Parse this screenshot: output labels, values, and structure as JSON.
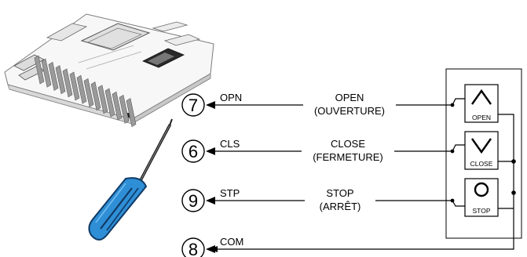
{
  "terminals": [
    {
      "number": "7",
      "code": "OPN"
    },
    {
      "number": "6",
      "code": "CLS"
    },
    {
      "number": "9",
      "code": "STP"
    },
    {
      "number": "8",
      "code": "COM"
    }
  ],
  "signals": {
    "open": {
      "line1": "OPEN",
      "line2": "(OUVERTURE)"
    },
    "close": {
      "line1": "CLOSE",
      "line2": "(FERMETURE)"
    },
    "stop": {
      "line1": "STOP",
      "line2": "(ARRÊT)"
    }
  },
  "panel": {
    "open_label": "OPEN",
    "close_label": "CLOSE",
    "stop_label": "STOP"
  },
  "icons": {
    "board": "control-board-icon",
    "screwdriver": "screwdriver-icon",
    "up": "chevron-up-icon",
    "down": "chevron-down-icon",
    "stop": "circle-stop-icon"
  },
  "colors": {
    "line": "#000000",
    "screwdriver_blue": "#2f8fd6",
    "screwdriver_dark": "#0f3a66",
    "board_gray": "#bfbfbf"
  }
}
